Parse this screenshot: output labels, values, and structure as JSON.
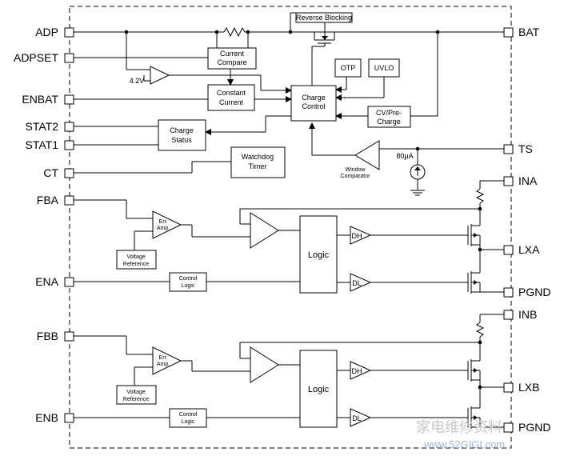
{
  "pins": {
    "adp": "ADP",
    "adpset": "ADPSET",
    "enbat": "ENBAT",
    "stat2": "STAT2",
    "stat1": "STAT1",
    "ct": "CT",
    "fba": "FBA",
    "ena": "ENA",
    "fbb": "FBB",
    "enb": "ENB",
    "bat": "BAT",
    "ts": "TS",
    "ina": "INA",
    "lxa": "LXA",
    "pgnd": "PGND",
    "inb": "INB",
    "lxb": "LXB"
  },
  "blocks": {
    "reverse_blocking": "Reverse Blocking",
    "current_compare_l1": "Current",
    "current_compare_l2": "Compare",
    "constant_current_l1": "Constant",
    "constant_current_l2": "Current",
    "charge_control_l1": "Charge",
    "charge_control_l2": "Control",
    "otp": "OTP",
    "uvlo": "UVLO",
    "cv_precharge_l1": "CV/Pre-",
    "cv_precharge_l2": "Charge",
    "charge_status_l1": "Charge",
    "charge_status_l2": "Status",
    "watchdog_l1": "Watchdog",
    "watchdog_l2": "Timer",
    "window_comparator_l1": "Window",
    "window_comparator_l2": "Comparator",
    "err_amp_l1": "Err.",
    "err_amp_l2": "Amp.",
    "voltage_ref_l1": "Voltage",
    "voltage_ref_l2": "Reference",
    "logic": "Logic",
    "control_logic_l1": "Control",
    "control_logic_l2": "Logic",
    "dh": "DH",
    "dl": "DL"
  },
  "labels": {
    "threshold_4_2v": "4.2V",
    "current_source": "80μA"
  },
  "watermark": {
    "text": "家电维修资料",
    "url": "www.52GIGI.com"
  }
}
